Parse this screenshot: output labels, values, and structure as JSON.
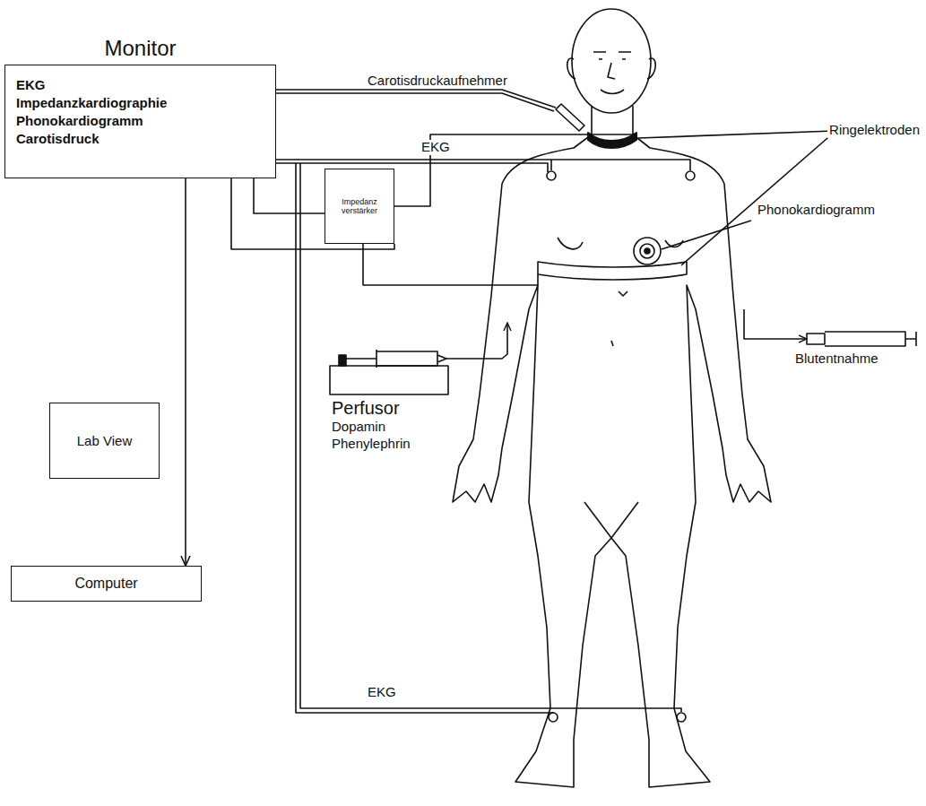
{
  "diagram": {
    "nodes": [
      {
        "text": [
          "Monitor",
          "EKG",
          "Impedanzkardiographie",
          "Phonokardiogramm",
          "Carotisdruck"
        ]
      },
      {
        "text": [
          "Impedanz verstärker"
        ]
      },
      {
        "text": [
          "Lab View"
        ]
      },
      {
        "text": [
          "Computer"
        ]
      }
    ],
    "edges": [
      {
        "from": 0,
        "to": 3,
        "arrow": "to"
      },
      {
        "from": 0,
        "to": 1,
        "arrow": "none"
      }
    ],
    "labels": [
      "Carotisdruckaufnehmer",
      "Ringelektroden",
      "Phonokardiogramm",
      "EKG",
      "EKG",
      "Blutentnahme",
      "Perfusor",
      "Dopamin",
      "Phenylephrin"
    ]
  }
}
